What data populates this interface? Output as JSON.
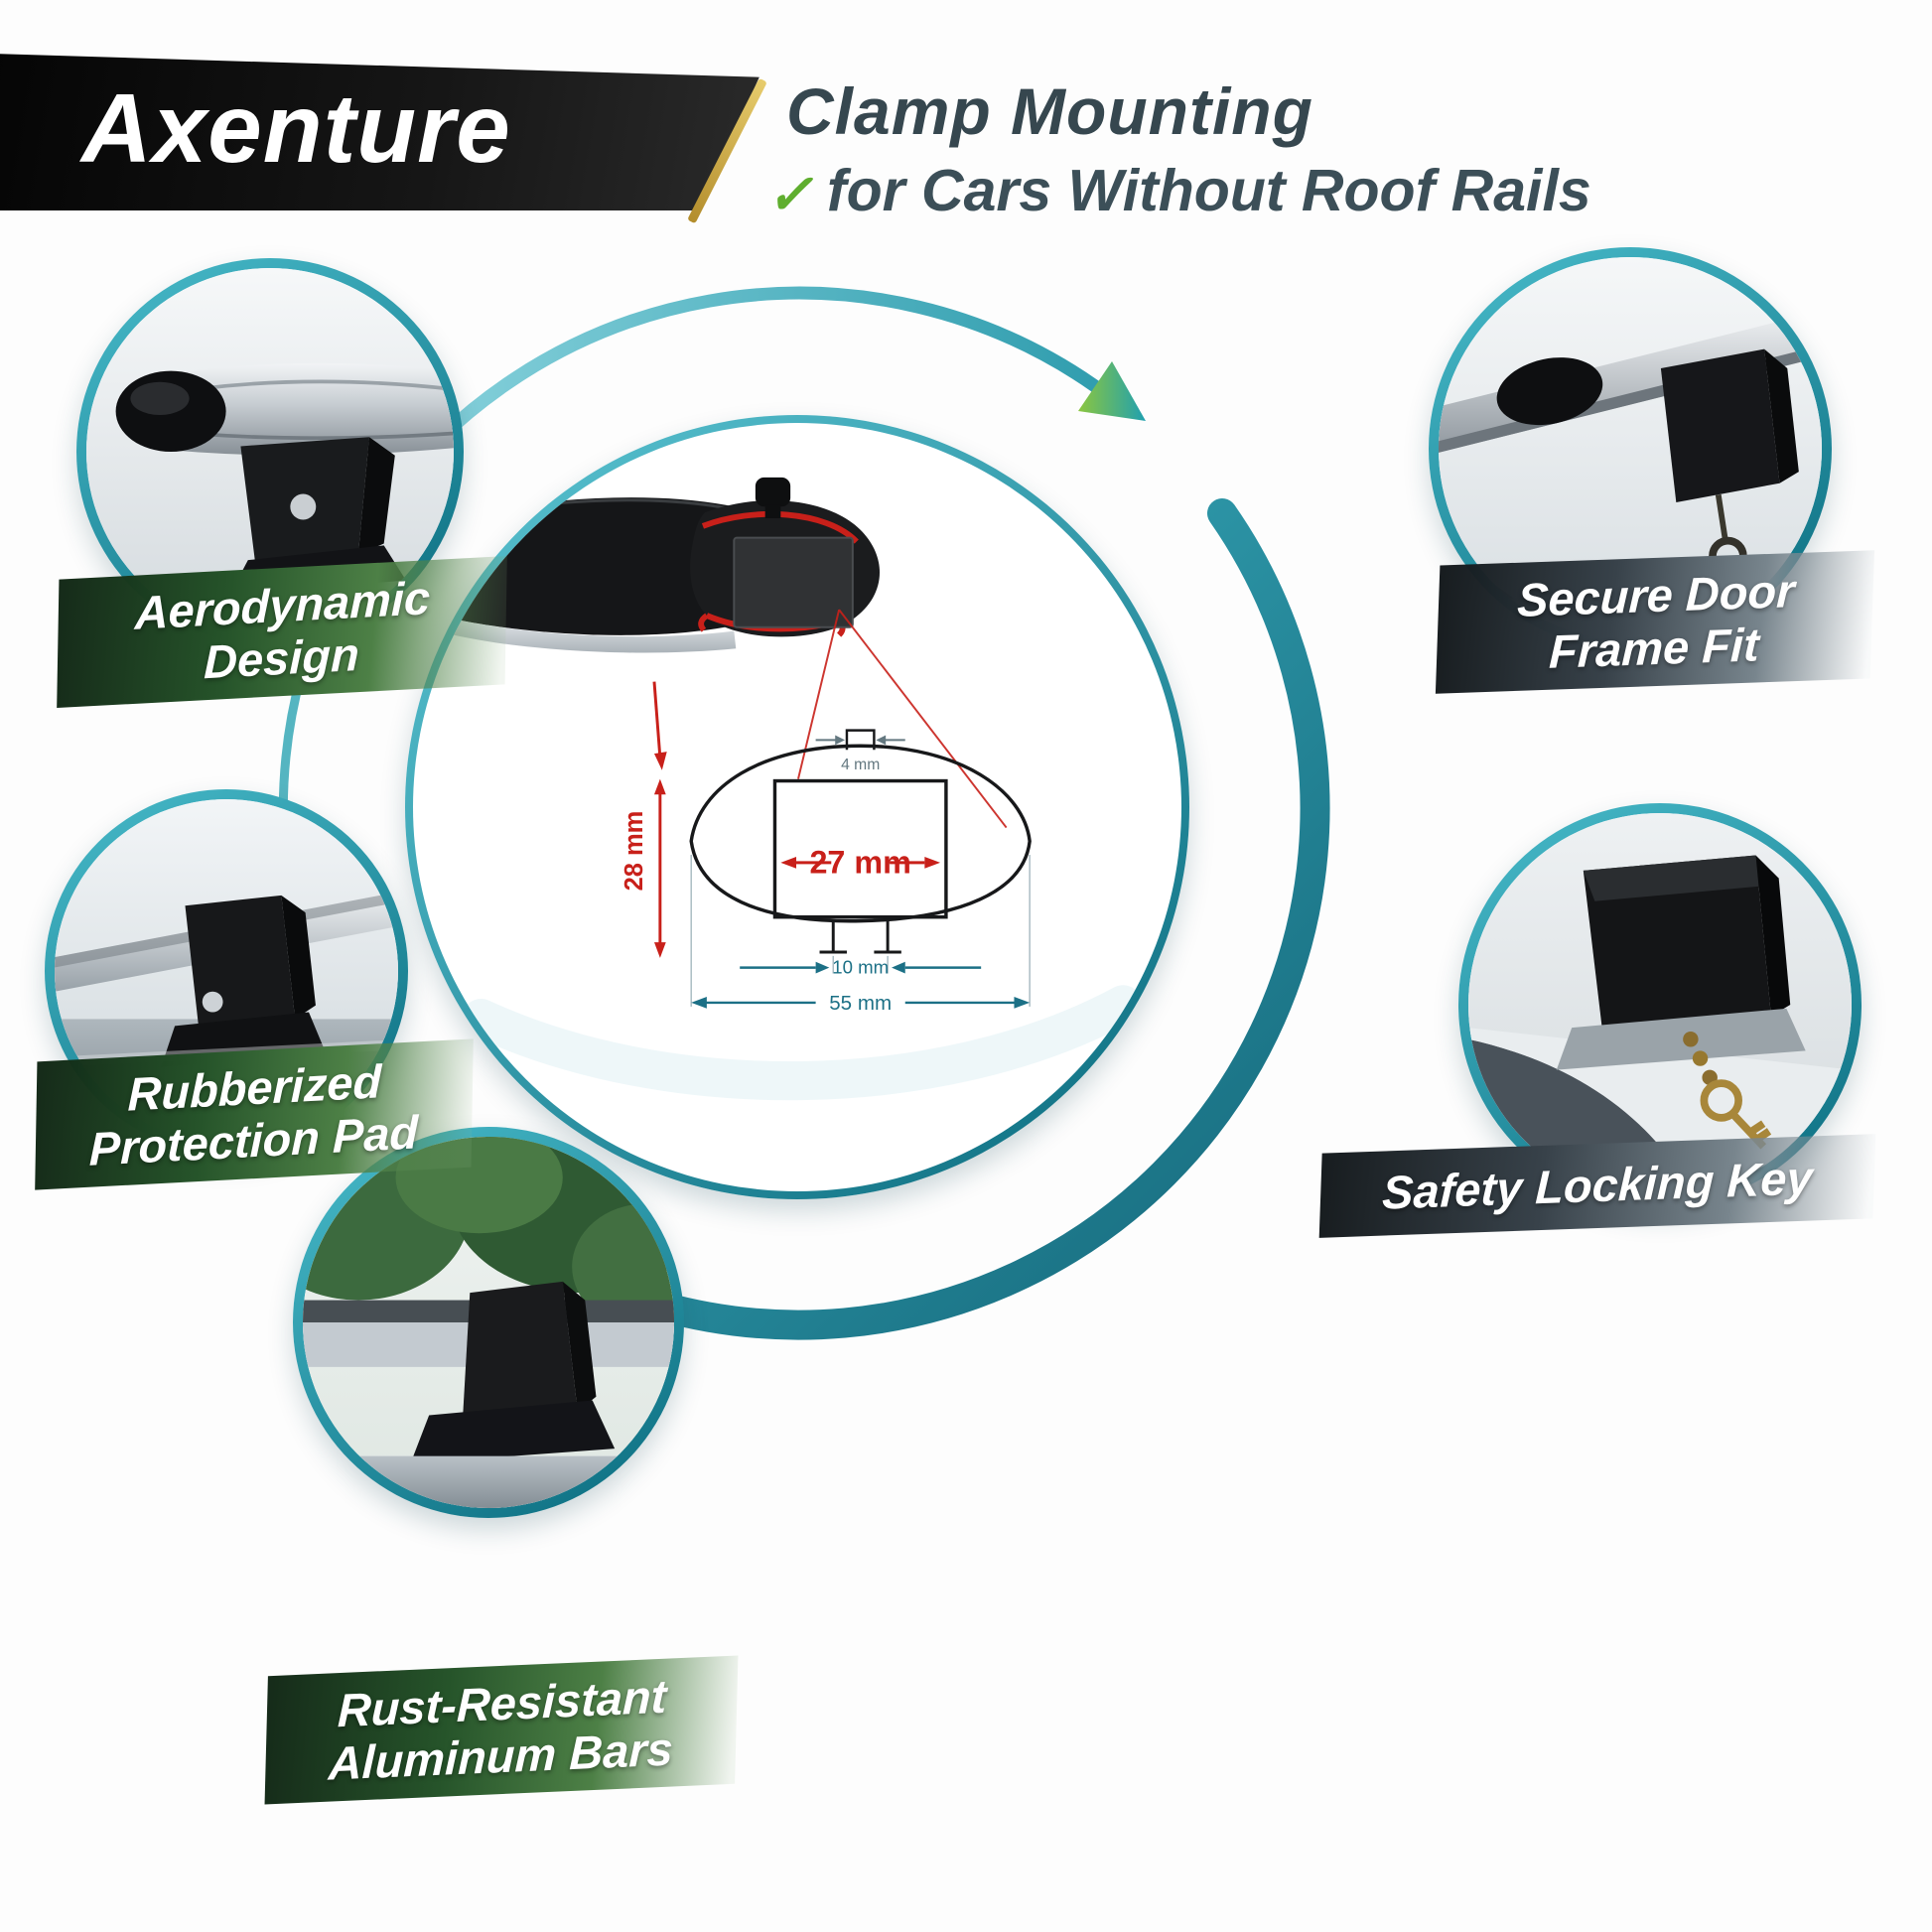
{
  "brand": "Axenture",
  "headline": {
    "line1": "Clamp Mounting",
    "check": "✓",
    "line2": "for Cars Without Roof Rails"
  },
  "features": {
    "aerodynamic": {
      "line1": "Aerodynamic",
      "line2": "Design"
    },
    "rubberized": {
      "line1": "Rubberized",
      "line2": "Protection Pad"
    },
    "rust": {
      "line1": "Rust-Resistant",
      "line2": "Aluminum Bars"
    },
    "secure": {
      "line1": "Secure Door",
      "line2": "Frame Fit"
    },
    "safety": {
      "line1": "Safety Locking Key"
    }
  },
  "dimensions": {
    "notch": "4 mm",
    "height": "28 mm",
    "inner_width": "27 mm",
    "slot_width": "10 mm",
    "outer_width": "55 mm"
  },
  "colors": {
    "teal": "#0f8a9c",
    "teal_dark": "#085f73",
    "green_arrow": "#6ab43c",
    "red": "#c8201a",
    "ribbon_green": "#26542a",
    "ribbon_gray": "#38424a",
    "headline_text": "#36474f",
    "banner_stripe": "#c9a33b"
  }
}
